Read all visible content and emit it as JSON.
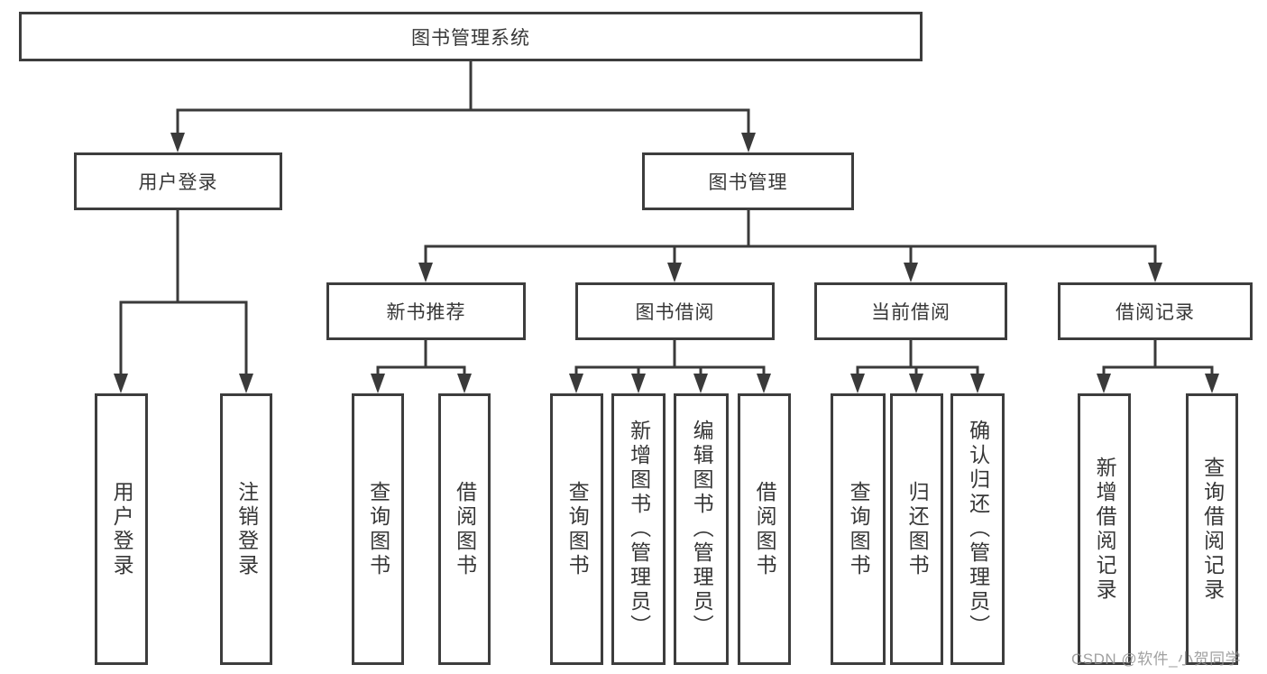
{
  "diagram": {
    "type": "hierarchy-tree",
    "tree": {
      "label": "图书管理系统",
      "children": [
        {
          "label": "用户登录",
          "children": [
            {
              "label": "用户登录"
            },
            {
              "label": "注销登录"
            }
          ]
        },
        {
          "label": "图书管理",
          "children": [
            {
              "label": "新书推荐",
              "children": [
                {
                  "label": "查询图书"
                },
                {
                  "label": "借阅图书"
                }
              ]
            },
            {
              "label": "图书借阅",
              "children": [
                {
                  "label": "查询图书"
                },
                {
                  "label": "新增图书（管理员）"
                },
                {
                  "label": "编辑图书（管理员）"
                },
                {
                  "label": "借阅图书"
                }
              ]
            },
            {
              "label": "当前借阅",
              "children": [
                {
                  "label": "查询图书"
                },
                {
                  "label": "归还图书"
                },
                {
                  "label": "确认归还（管理员）"
                }
              ]
            },
            {
              "label": "借阅记录",
              "children": [
                {
                  "label": "新增借阅记录"
                },
                {
                  "label": "查询借阅记录"
                }
              ]
            }
          ]
        }
      ]
    },
    "colors": {
      "line": "#3a3a3a",
      "border": "#3d3d3d",
      "text": "#373737",
      "background": "#ffffff",
      "watermark": "#919191"
    }
  },
  "watermark": "CSDN @软件_小贺同学"
}
